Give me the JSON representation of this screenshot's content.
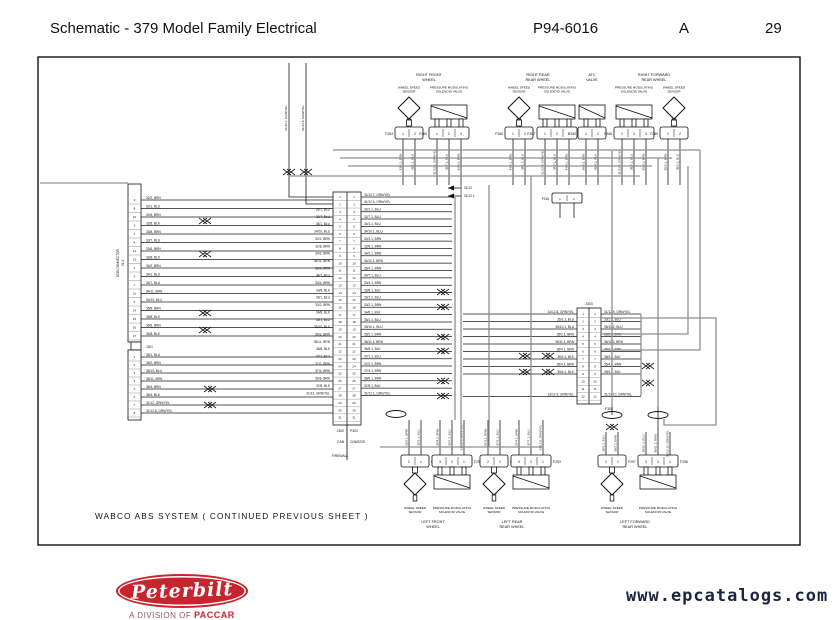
{
  "header": {
    "title": "Schematic - 379 Model Family Electrical",
    "document_number": "P94-6016",
    "revision": "A",
    "page_number": "29"
  },
  "caption": "WABCO  ABS  SYSTEM  ( CONTINUED  PREVIOUS  SHEET )",
  "footer": {
    "brand": "Peterbilt",
    "division_prefix": "A DIVISION OF ",
    "division_company": "PACCAR",
    "website": "www.epcatalogs.com"
  },
  "device_labels": {
    "sensor": [
      "WHEEL SPEED",
      "SENSOR"
    ],
    "valve": [
      "PRESSURE MODULATING",
      "SOLENOID VALVE"
    ]
  },
  "top_groups": [
    {
      "id": "right-front",
      "title": [
        "RIGHT FRONT",
        "WHEEL"
      ],
      "devices": [
        {
          "kind": "sensor",
          "code": "F264",
          "pins": [
            "1",
            "2"
          ],
          "wires": [
            "33/2.1, BRN",
            "33/1.1, BLU"
          ]
        },
        {
          "kind": "valve",
          "code": "F265",
          "pins": [
            "1",
            "2",
            "3"
          ],
          "wires": [
            "31/12.2, GRN/YEL",
            "32/7.1, BLU",
            "32/4.1, BRN"
          ]
        }
      ]
    },
    {
      "id": "right-rear",
      "title": [
        "RIGHT REAR",
        "REAR WHEEL"
      ],
      "devices": [
        {
          "kind": "sensor",
          "code": "F266",
          "pins": [
            "1",
            "2"
          ],
          "wires": [
            "34/2.1, BRN",
            "34/1.1, BLU"
          ]
        },
        {
          "kind": "valve",
          "code": "F267",
          "pins": [
            "1",
            "2",
            "3"
          ],
          "wires": [
            "31/12.3, GRN/YEL",
            "34/7.1, BLU",
            "34/4.1, BRN"
          ]
        }
      ]
    },
    {
      "id": "atc",
      "title": [
        "ATC",
        "VALVE"
      ],
      "devices": [
        {
          "kind": "atc",
          "code": "F260",
          "pins": [
            "1",
            "2"
          ],
          "wires": [
            "36/4.2, BRN",
            "36/4.2, BLK"
          ]
        }
      ]
    },
    {
      "id": "right-forward",
      "title": [
        "RIGHT FORWARD",
        "REAR WHEEL"
      ],
      "devices": [
        {
          "kind": "valve",
          "code": "F268",
          "pins": [
            "1",
            "2",
            "3"
          ],
          "wires": [
            "31/12.4, GRN/YEL",
            "35/7.1, BLU",
            "35/4.1, BRN"
          ]
        },
        {
          "kind": "sensor",
          "code": "F269",
          "pins": [
            "1",
            "2"
          ],
          "wires": [
            "35/2.1, BRN",
            "35/1.1, BLU"
          ]
        }
      ]
    }
  ],
  "bottom_groups": [
    {
      "id": "left-front",
      "title": [
        "LEFT FRONT",
        "WHEEL"
      ],
      "devices": [
        {
          "kind": "sensor",
          "code": "F290",
          "pins": [
            "2",
            "1"
          ],
          "wires": [
            "32/2.1, BRN",
            "32/1.1, BLU"
          ]
        },
        {
          "kind": "valve",
          "code": "F291",
          "pins": [
            "3",
            "2",
            "1"
          ],
          "wires": [
            "32/4.2, BRN",
            "32/7.2, BLU",
            "31/12.1, GRN/YEL"
          ]
        }
      ]
    },
    {
      "id": "left-rear",
      "title": [
        "LEFT REAR",
        "REAR WHEEL"
      ],
      "devices": [
        {
          "kind": "sensor",
          "code": "F292",
          "pins": [
            "2",
            "1"
          ],
          "wires": [
            "37/2.1, BRN",
            "37/1.1, BLU"
          ]
        },
        {
          "kind": "valve",
          "code": "F293",
          "pins": [
            "3",
            "2",
            "1"
          ],
          "wires": [
            "37/4.1, BRN",
            "37/7.1, BLU",
            "31/12.5, GRN/YEL"
          ]
        }
      ]
    },
    {
      "id": "left-forward",
      "title": [
        "LEFT FORWARD",
        "REAR WHEEL"
      ],
      "devices": [
        {
          "kind": "sensor",
          "code": "F297",
          "pins": [
            "2",
            "1"
          ],
          "wires": [
            "35/1.2, BLU",
            "35/2.2, BRN"
          ]
        },
        {
          "kind": "valve",
          "code": "F298",
          "pins": [
            "3",
            "2",
            "1"
          ],
          "wires": [
            "35/10.2, BLU",
            "35/11.2, BRN",
            "31/12.10, GRN/YEL"
          ]
        }
      ]
    }
  ],
  "left_connector": {
    "name_lines": [
      "EDB CONNECTOR",
      "V1.2"
    ],
    "section_code": "J301",
    "top_pins": [
      [
        "3",
        "32/2, BRN"
      ],
      [
        "8",
        "32/1, BLU"
      ],
      [
        "10",
        "32/6, BRN"
      ],
      [
        "9",
        "32/8, BLK"
      ],
      [
        "1",
        "33/8, BRN"
      ],
      [
        "4",
        "33/7, BLU"
      ],
      [
        "12",
        "33/6, BRN"
      ],
      [
        "13",
        "33/8, BLK"
      ],
      [
        "2",
        "34/2, BRN"
      ],
      [
        "6",
        "34/1, BLU"
      ],
      [
        "7",
        "34/7, BLU"
      ],
      [
        "11",
        "34/11, BRN"
      ],
      [
        "5",
        "34/10, BLU"
      ],
      [
        "14",
        "35/8, BRN"
      ],
      [
        "15",
        "35/8, BLK"
      ],
      [
        "16",
        "36/6, BRN"
      ],
      [
        "17",
        "36/8, BLK"
      ]
    ],
    "bottom_pins": [
      [
        "1",
        "35/1, BLU"
      ],
      [
        "2",
        "35/2, BRN"
      ],
      [
        "3",
        "35/10, BLU"
      ],
      [
        "4",
        "35/11, BRN"
      ],
      [
        "5",
        "36/4, BRN"
      ],
      [
        "6",
        "36/4, BLK"
      ],
      [
        "7",
        "31/12, GRN/YEL"
      ],
      [
        "8",
        "31/12.8, GRN/YEL"
      ]
    ]
  },
  "central_connector": {
    "code_left": "J302",
    "code_right": "P302",
    "side_left": "CAB",
    "side_right": "CHASSIS",
    "bulkhead": "FIREWALL",
    "rows": [
      {
        "pin": "1",
        "left": "",
        "right": "31/12.7, GRN/YEL"
      },
      {
        "pin": "2",
        "left": "",
        "right": "31/12.6, GRN/YEL"
      },
      {
        "pin": "3",
        "left": "32/1, BLU",
        "right": "32/1.1, BLU"
      },
      {
        "pin": "4",
        "left": "32/7, BLU",
        "right": "32/7.1, BLU"
      },
      {
        "pin": "5",
        "left": "34/1, BLU",
        "right": "34/1.1, BLU"
      },
      {
        "pin": "6",
        "left": "34/10, BLU",
        "right": "34/10.1, BLU"
      },
      {
        "pin": "7",
        "left": "32/2, BRN",
        "right": "32/2.1, BRN"
      },
      {
        "pin": "8",
        "left": "32/8, BRN",
        "right": "32/8.1, BRN"
      },
      {
        "pin": "9",
        "left": "34/2, BRN",
        "right": "34/2.1, BRN"
      },
      {
        "pin": "10",
        "left": "34/11, BRN",
        "right": "34/11.1, BRN"
      },
      {
        "pin": "11",
        "left": "36/4, BRN",
        "right": "36/4.1, BRN"
      },
      {
        "pin": "12",
        "left": "34/7, BLU",
        "right": "34/7.1, BLU"
      },
      {
        "pin": "13",
        "left": "33/4, BRN",
        "right": "33/4.1, BRN"
      },
      {
        "pin": "14",
        "left": "33/8, BLK",
        "right": "33/8.1, BLK"
      },
      {
        "pin": "15",
        "left": "33/1, BLU",
        "right": "33/1.1, BLU"
      },
      {
        "pin": "16",
        "left": "33/2, BRN",
        "right": "33/2.1, BRN"
      },
      {
        "pin": "17",
        "left": "34/8, BLK",
        "right": "34/8.1, BLK"
      },
      {
        "pin": "18",
        "left": "35/1, BLU",
        "right": "35/1.1, BLU"
      },
      {
        "pin": "19",
        "left": "35/10, BLU",
        "right": "35/10.1, BLU"
      },
      {
        "pin": "20",
        "left": "35/2, BRN",
        "right": "35/2.1, BRN"
      },
      {
        "pin": "21",
        "left": "35/11, BRN",
        "right": "35/11.1, BRN"
      },
      {
        "pin": "22",
        "left": "36/8, BLK",
        "right": "36/8.1, BLK"
      },
      {
        "pin": "23",
        "left": "37/1, BLU",
        "right": "37/1.1, BLU"
      },
      {
        "pin": "24",
        "left": "37/2, BRN",
        "right": "37/2.1, BRN"
      },
      {
        "pin": "25",
        "left": "37/4, BRN",
        "right": "37/4.1, BRN"
      },
      {
        "pin": "26",
        "left": "36/6, BRN",
        "right": "36/6.1, BRN"
      },
      {
        "pin": "27",
        "left": "37/8, BLK",
        "right": "37/8.1, BLK"
      },
      {
        "pin": "28",
        "left": "31/12, GRN/YEL",
        "right": "31/12.1, GRN/YEL"
      },
      {
        "pin": "29",
        "left": "",
        "right": ""
      },
      {
        "pin": "30",
        "left": "",
        "right": ""
      },
      {
        "pin": "31",
        "left": "",
        "right": ""
      }
    ]
  },
  "right_connector": {
    "code_top": "J303",
    "code_bottom": "F303",
    "rows": [
      {
        "pin": "1",
        "left": "31/12.8, GRN/YEL",
        "right": "31/12.9, GRN/YEL"
      },
      {
        "pin": "2",
        "left": "35/1.1, BLU",
        "right": "35/1.2, BLU"
      },
      {
        "pin": "3",
        "left": "35/10.1, BLU",
        "right": "35/10.2, BLU"
      },
      {
        "pin": "4",
        "left": "35/2.1, BRN",
        "right": "35/2.2, BRN"
      },
      {
        "pin": "5",
        "left": "35/11.1, BRN",
        "right": "35/11.2, BRN"
      },
      {
        "pin": "6",
        "left": "36/4.1, BRN",
        "right": "36/4.2, BRN"
      },
      {
        "pin": "7",
        "left": "36/4.1, BLK",
        "right": "36/4.2, BLK"
      },
      {
        "pin": "8",
        "left": "35/4.1, BRN",
        "right": "35/4.2, BRN"
      },
      {
        "pin": "9",
        "left": "35/4.1, BLK",
        "right": "35/4.2, BLK"
      },
      {
        "pin": "10",
        "left": "",
        "right": ""
      },
      {
        "pin": "11",
        "left": "",
        "right": ""
      },
      {
        "pin": "12",
        "left": "31/12.9, GRN/YEL",
        "right": "31/12.10, GRN/YEL"
      }
    ]
  },
  "mid_connector": {
    "code": "F316",
    "pins": [
      "1",
      "2"
    ]
  },
  "riser_wires": [
    "31/12.7, GRN/YEL",
    "31/12.6, GRN/YEL"
  ],
  "ground_refs": [
    "31/12",
    "31/12.1"
  ]
}
